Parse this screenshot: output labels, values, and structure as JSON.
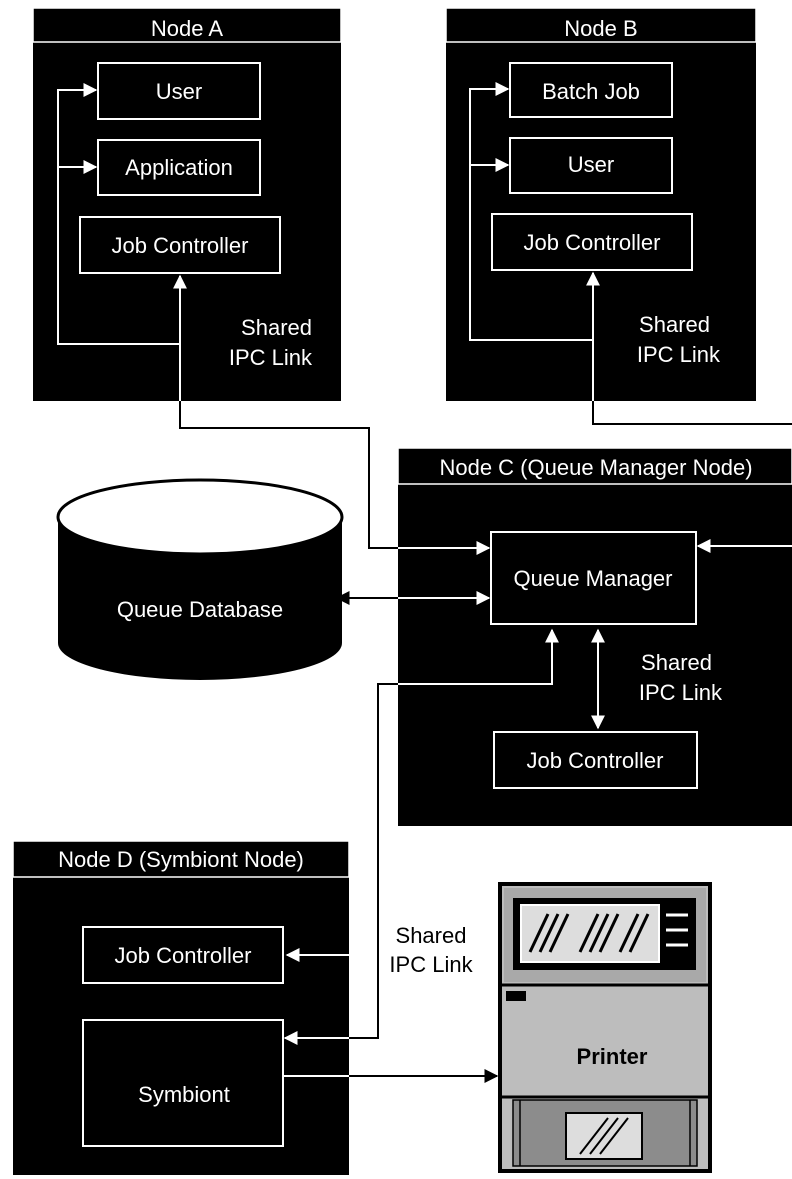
{
  "nodes": {
    "a": {
      "title": "Node A",
      "user": "User",
      "application": "Application",
      "job_controller": "Job Controller",
      "link_line1": "Shared",
      "link_line2": "IPC  Link"
    },
    "b": {
      "title": "Node B",
      "batch_job": "Batch Job",
      "user": "User",
      "job_controller": "Job Controller",
      "link_line1": "Shared",
      "link_line2": "IPC  Link"
    },
    "c": {
      "title": "Node C (Queue Manager Node)",
      "queue_manager": "Queue Manager",
      "job_controller": "Job Controller",
      "link_line1": "Shared",
      "link_line2": "IPC  Link"
    },
    "d": {
      "title": "Node D (Symbiont Node)",
      "job_controller": "Job Controller",
      "symbiont": "Symbiont"
    }
  },
  "database": {
    "label": "Queue Database"
  },
  "external_link": {
    "line1": "Shared",
    "line2": "IPC Link"
  },
  "printer": {
    "label": "Printer"
  },
  "colors": {
    "node_fill": "#000000",
    "line_color": "#ffffff",
    "printer_fill": "#bdbdbd",
    "printer_dark": "#8c8c8c",
    "connector": "#000000"
  }
}
